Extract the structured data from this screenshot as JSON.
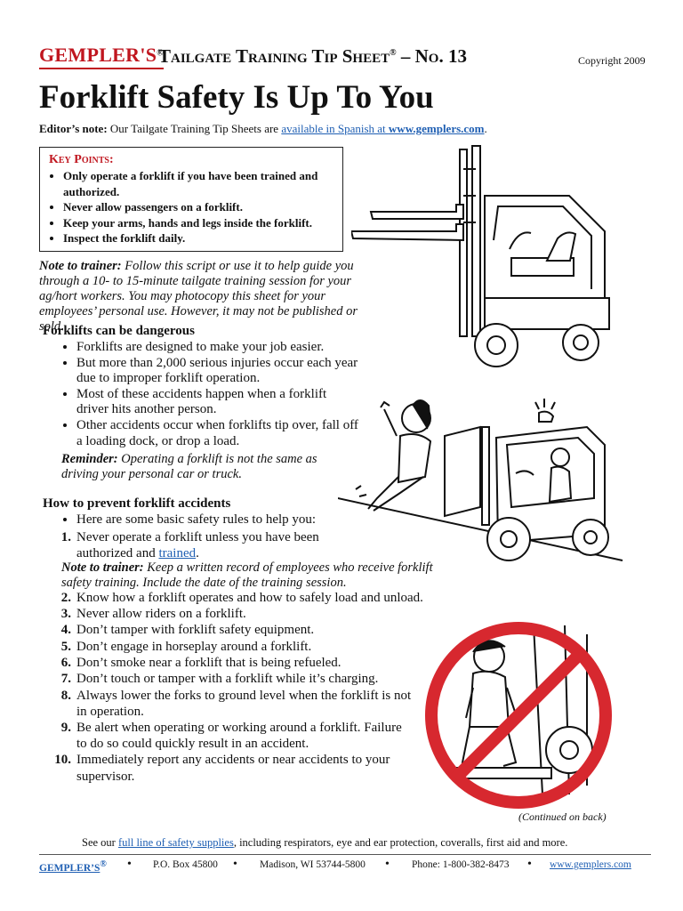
{
  "header": {
    "logo": "GEMPLER'S",
    "logo_mark": "®",
    "series_title": "Tailgate Training Tip Sheet",
    "series_mark": "®",
    "series_number": "– No. 13",
    "copyright": "Copyright 2009"
  },
  "title": "Forklift Safety Is Up To You",
  "editor_note": {
    "label": "Editor’s note:",
    "text": " Our Tailgate Training Tip Sheets are ",
    "link_text": "available in Spanish at ",
    "link_bold": "www.gemplers.com",
    "end": "."
  },
  "key_points": {
    "title": "Key Points:",
    "items": [
      "Only operate a forklift if you have been trained and authorized.",
      "Never allow passengers on a forklift.",
      "Keep your arms, hands and legs inside the forklift.",
      "Inspect the forklift daily."
    ]
  },
  "trainer_note_1": {
    "label": "Note to trainer:",
    "text": " Follow this script or use it to help guide you through a 10- to 15-minute tailgate training session for your ag/hort workers. You may photocopy this sheet for your employees’ personal use. However, it may not be published or sold."
  },
  "section1": {
    "heading": "Forklifts can be dangerous",
    "items": [
      "Forklifts are designed to make your job easier.",
      "But more than 2,000 serious injuries occur each year due to improper forklift operation.",
      "Most of these accidents happen when a forklift driver hits another person.",
      "Other accidents occur when forklifts tip over, fall off a loading dock, or drop a load."
    ],
    "reminder_label": "Reminder:",
    "reminder_text": " Operating a forklift is not the same as driving your personal car or truck."
  },
  "section2": {
    "heading": "How to prevent forklift accidents",
    "intro": "Here are some basic safety rules to help you:",
    "rule1_num": "1.",
    "rule1_text": "Never operate a forklift unless you have been authorized and ",
    "rule1_link": "trained",
    "rule1_end": ".",
    "trainer_note_label": "Note to trainer:",
    "trainer_note_text": " Keep a written record of employees who receive forklift safety training. Include the date of the training session.",
    "rules": [
      {
        "num": "2.",
        "text": "Know how a forklift operates and how to safely load and unload."
      },
      {
        "num": "3.",
        "text": "Never allow riders on a forklift."
      },
      {
        "num": "4.",
        "text": "Don’t tamper with forklift safety equipment."
      },
      {
        "num": "5.",
        "text": "Don’t engage in horseplay around a forklift."
      },
      {
        "num": "6.",
        "text": "Don’t smoke near a forklift that is being refueled."
      },
      {
        "num": "7.",
        "text": "Don’t touch or tamper with a forklift while it’s charging."
      },
      {
        "num": "8.",
        "text": "Always lower the forks to ground level when the forklift is not in operation."
      },
      {
        "num": "9.",
        "text": "Be alert when operating or working around a forklift. Failure to do so could quickly result in an accident."
      },
      {
        "num": "10.",
        "text": "Immediately report any accidents or near accidents to your supervisor."
      }
    ]
  },
  "continued": "(Continued on back)",
  "see_our": {
    "pre": "See our ",
    "link": "full line of safety supplies",
    "post": ", including respirators, eye and ear protection, coveralls, first aid and more."
  },
  "footer": {
    "brand": "GEMPLER’S",
    "brand_mark": "®",
    "po_box": "P.O. Box 45800",
    "city": "Madison, WI  53744-5800",
    "phone": "Phone: 1-800-382-8473",
    "url": "www.gemplers.com",
    "bullet": "•"
  },
  "colors": {
    "brand_red": "#c0161f",
    "link_blue": "#1f5fb3"
  }
}
